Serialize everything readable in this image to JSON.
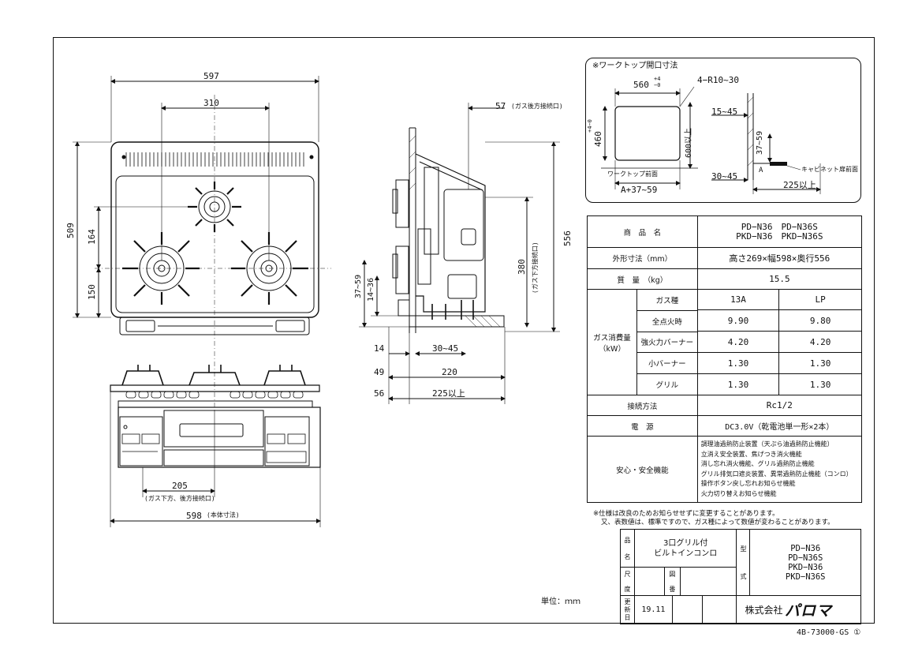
{
  "drawing": {
    "unit_label": "単位：ｍｍ",
    "drawing_number": "4B-73000-GS ①"
  },
  "top_view": {
    "dim_width": "597",
    "dim_burner_spacing": "310",
    "dim_depth": "509",
    "dim_front_to_mid": "164",
    "dim_lower": "150"
  },
  "front_view": {
    "dim_205": "205",
    "dim_205_note": "(ガス下方、後方接続口)",
    "dim_598": "598",
    "dim_598_note": "(本体寸法)"
  },
  "side_view": {
    "dim_57": "57",
    "dim_57_note": "(ガス後方接続口)",
    "dim_556": "556",
    "dim_380": "380",
    "dim_380_note": "(ガス下方接続口)",
    "dim_37_59": "37~59",
    "dim_14_36": "14~36",
    "dim_14": "14",
    "dim_30_45": "30~45",
    "dim_49": "49",
    "dim_220": "220",
    "dim_56": "56",
    "dim_225": "225以上"
  },
  "worktop": {
    "title": "※ワークトップ開口寸法",
    "dim_560": "560",
    "dim_560_tol": "+4",
    "dim_560_tol2": "−0",
    "dim_r": "4−R10~30",
    "dim_460": "460",
    "dim_460_tol": "+4−0",
    "dim_600": "600以上",
    "label_front": "ワークトップ前面",
    "dim_a": "A+37~59",
    "dim_15_45": "15~45",
    "dim_37_59": "37~59",
    "dim_a_letter": "A",
    "label_cabinet": "キャビネット扉前面",
    "dim_30_45": "30~45",
    "dim_225": "225以上"
  },
  "spec": {
    "product_name_label": "商　品　名",
    "product_name_value_1": "PD−N36　PD−N36S",
    "product_name_value_2": "PKD−N36　PKD−N36S",
    "outer_dim_label": "外形寸法（mm）",
    "outer_dim_value": "高さ269×幅598×奥行556",
    "mass_label": "質　量　（kg）",
    "mass_value": "15.5",
    "gas_consumption_label": "ガス消費量",
    "gas_consumption_unit": "（kW）",
    "gas_type_label": "ガス種",
    "gas_13a": "13A",
    "gas_lp": "LP",
    "rows": [
      {
        "label": "全点火時",
        "a": "9.90",
        "lp": "9.80"
      },
      {
        "label": "強火力バーナー",
        "a": "4.20",
        "lp": "4.20"
      },
      {
        "label": "小バーナー",
        "a": "1.30",
        "lp": "1.30"
      },
      {
        "label": "グリル",
        "a": "1.30",
        "lp": "1.30"
      }
    ],
    "connection_label": "接続方法",
    "connection_value": "Rc1/2",
    "power_label": "電　源",
    "power_value": "DC3.0V（乾電池単一形×2本）",
    "safety_label": "安心・安全機能",
    "safety_lines": [
      "調理油過熱防止装置（天ぷら油過熱防止機能）",
      "立消え安全装置、焦げつき消火機能",
      "消し忘れ消火機能、グリル過熱防止機能",
      "グリル排気口遮炎装置、異常過熱防止機能（コンロ）",
      "操作ボタン戻し忘れお知らせ機能",
      "火力切り替えお知らせ機能"
    ]
  },
  "notes": {
    "line1": "※仕様は改良のためお知らせせずに変更することがあります。",
    "line2": "又、表数値は、標準ですので、ガス種によって数値が変わることがあります。"
  },
  "title_block": {
    "hin": "品",
    "mei": "名",
    "name_line1": "3口グリル付",
    "name_line2": "ビルトインコンロ",
    "kata": "型",
    "shiki": "式",
    "models": [
      "PD−N36",
      "PD−N36S",
      "PKD−N36",
      "PKD−N36S"
    ],
    "shaku": "尺",
    "do": "度",
    "zu": "図",
    "ban": "番",
    "henshin": "更",
    "shin": "新",
    "bi": "日",
    "date": "19.11",
    "company": "株式会社",
    "brand": "パロマ"
  }
}
